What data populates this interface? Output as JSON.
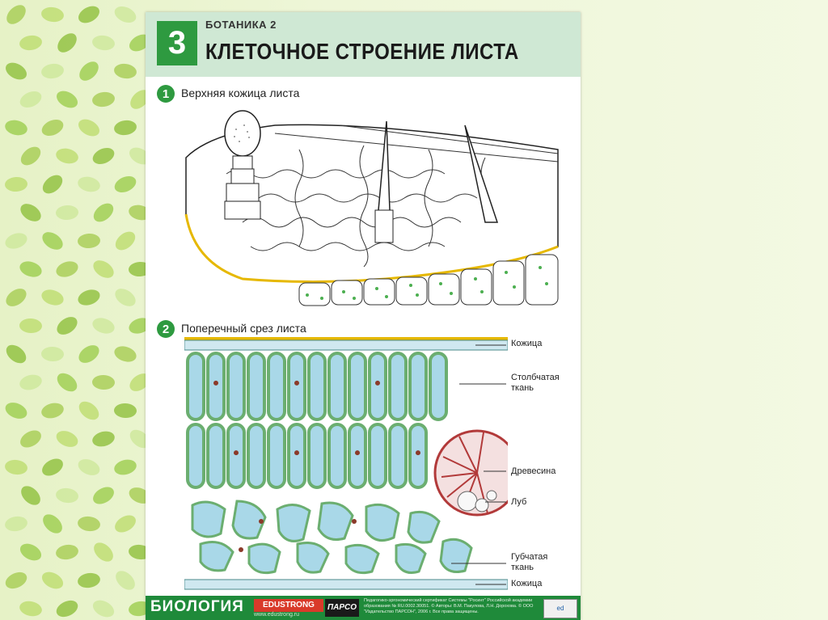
{
  "header": {
    "number": "3",
    "series": "БОТАНИКА 2",
    "title": "КЛЕТОЧНОЕ СТРОЕНИЕ ЛИСТА"
  },
  "section1": {
    "number": "1",
    "title": "Верхняя кожица листа"
  },
  "section2": {
    "number": "2",
    "title": "Поперечный срез листа"
  },
  "labels": {
    "epidermis_top": "Кожица",
    "palisade": "Столбчатая\nткань",
    "xylem": "Древесина",
    "phloem": "Луб",
    "spongy": "Губчатая\nткань",
    "epidermis_bottom": "Кожица"
  },
  "footer": {
    "subject": "БИОЛОГИЯ",
    "brand": "EDUSTRONG",
    "url": "www.edustrong.ru",
    "publisher_logo": "ПАРСО",
    "fine_print": "Педагогико-эргономический сертификат Системы \"Росинт\" Российской академии образования № RU.0002.30051. © Авторы: В.М. Пакулова, Л.Н. Дорохова. © ООО \"Издательство ПАРСОН\", 2006 г. Все права защищены.",
    "badge": "ed"
  },
  "colors": {
    "accent_green": "#2e9a40",
    "header_bg": "#cfe8d4",
    "cell_fill": "#a9d8e8",
    "cell_wall": "#6bae70",
    "epidermis_yellow": "#e6b800",
    "xylem_red": "#b23a3a"
  }
}
